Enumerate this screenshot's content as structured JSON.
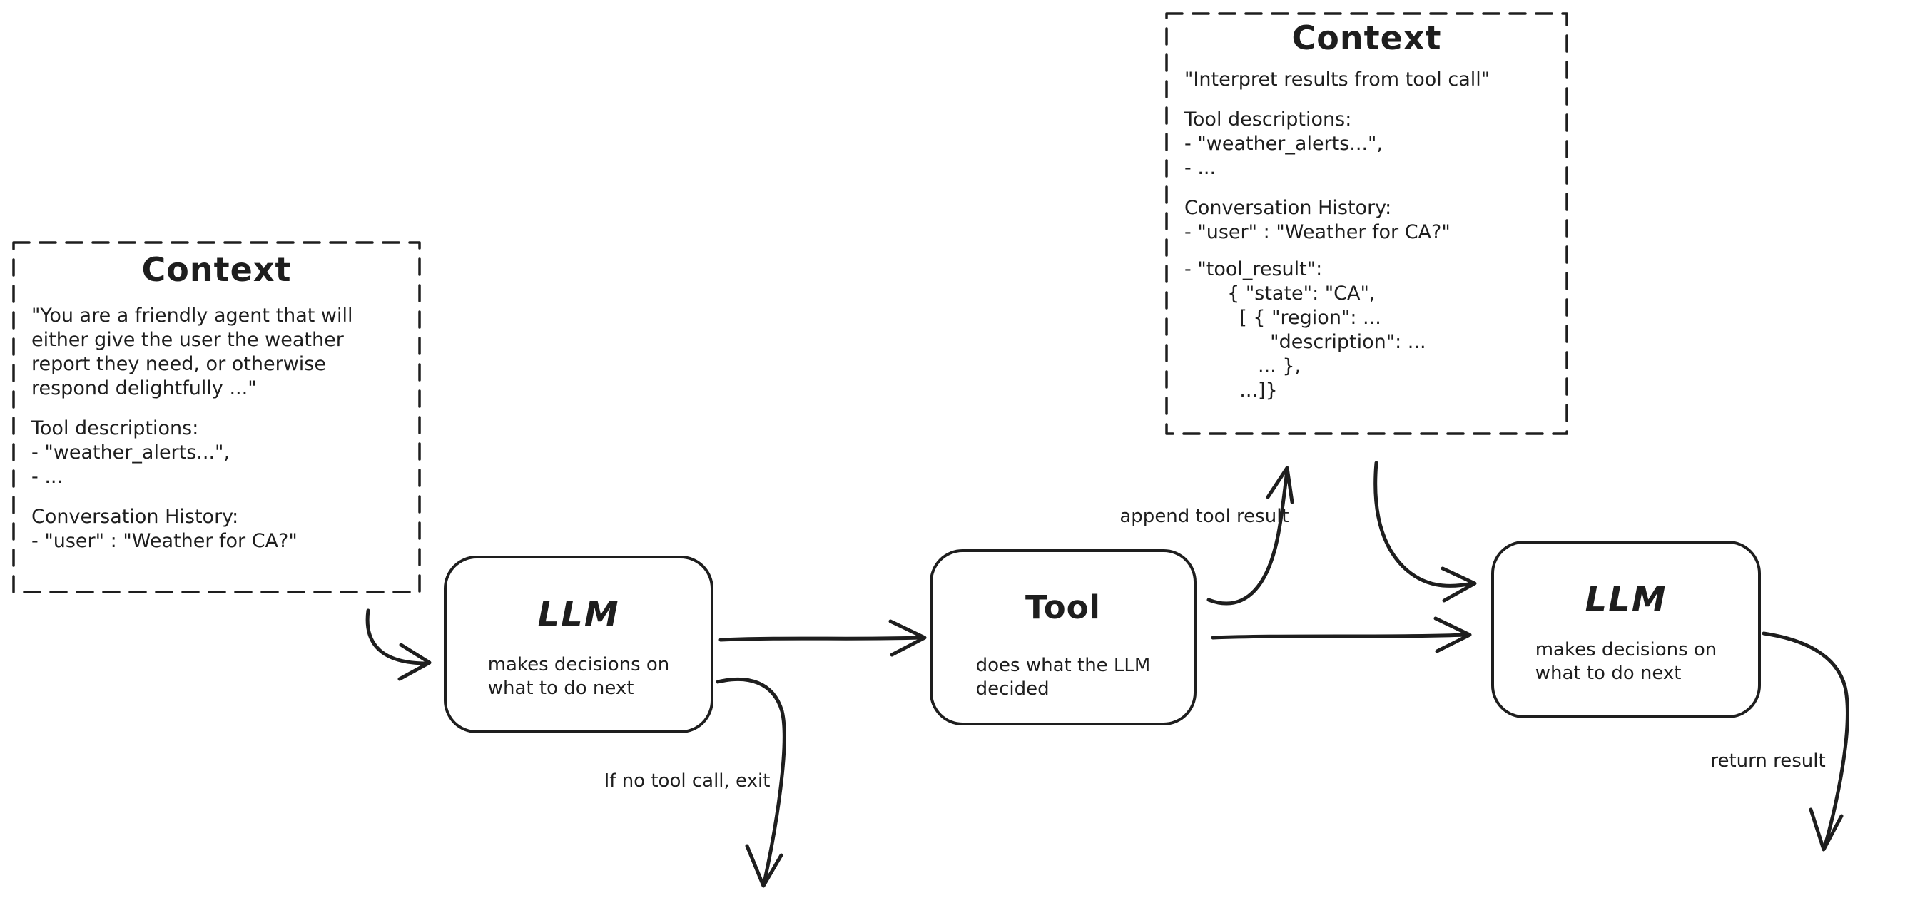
{
  "canvas": {
    "background": "#ffffff",
    "ink_color": "#1e1e1e"
  },
  "nodes": {
    "context1": {
      "title": "Context",
      "blocks": [
        "\"You are a friendly agent that will\neither give the user the weather\nreport they need, or otherwise\nrespond delightfully ...\"",
        "Tool descriptions:\n- \"weather_alerts...\",\n- ...",
        "Conversation History:\n- \"user\" : \"Weather for CA?\""
      ]
    },
    "context2": {
      "title": "Context",
      "blocks": [
        "\"Interpret results from tool call\"",
        "Tool descriptions:\n- \"weather_alerts...\",\n- ...",
        "Conversation History:\n- \"user\" : \"Weather for CA?\"",
        "- \"tool_result\":\n       { \"state\": \"CA\",\n         [ { \"region\": ...\n              \"description\": ...\n            ... },\n         ...]}"
      ]
    },
    "llm1": {
      "title": "LLM",
      "subtitle": "makes decisions on\nwhat to do next"
    },
    "tool": {
      "title": "Tool",
      "subtitle": "does what the LLM\ndecided"
    },
    "llm2": {
      "title": "LLM",
      "subtitle": "makes decisions on\nwhat to do next"
    }
  },
  "edge_labels": {
    "append_tool_result": "append tool result",
    "no_tool_call_exit": "If no tool call, exit",
    "return_result": "return result"
  }
}
